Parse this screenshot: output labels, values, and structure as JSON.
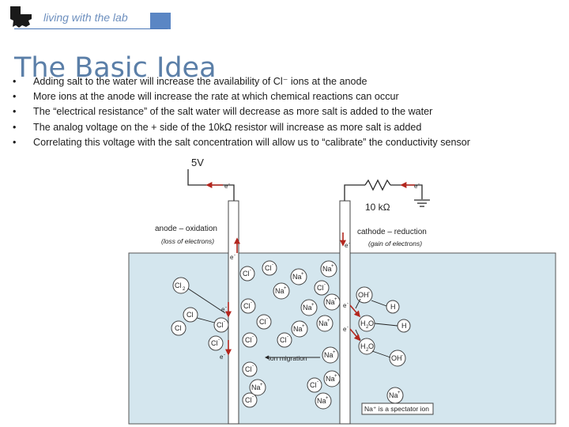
{
  "header": {
    "tagline": "living with the lab",
    "logo_icon": "state-outline-lab-logo-icon",
    "accent": "#5a86c4"
  },
  "title": "The Basic Idea",
  "bullets": [
    "Adding salt to the water will increase the availability of Cl⁻ ions at the anode",
    "More ions at the anode will increase the rate at which chemical reactions can occur",
    "The “electrical resistance” of the salt water will decrease as more salt is added to the water",
    "The analog voltage on the + side of the 10kΩ resistor will increase as more salt is added",
    "Correlating this voltage with the salt concentration will allow us to “calibrate” the conductivity sensor"
  ],
  "bullet_marker": "•",
  "diagram": {
    "voltage_label": "5V",
    "resistor_label": "10 kΩ",
    "anode_title": "anode – oxidation",
    "anode_sub": "(loss of electrons)",
    "cathode_title": "cathode – reduction",
    "cathode_sub": "(gain of electrons)",
    "electron": "e",
    "electron_charge": "-",
    "ion_migration": "ion migration",
    "spectator_ion": "Na",
    "spectator_note": "Na⁺ is a spectator ion",
    "ions": {
      "cl": "Cl",
      "na": "Na",
      "cl2": "Cl",
      "cl2_sub": "2",
      "oh": "OH",
      "h": "H",
      "h2o": "H",
      "h2o_tail": "O",
      "h2o_sub": "2"
    },
    "colors": {
      "water": "#d4e6ee",
      "arrow": "#b3261e",
      "wire": "#2a2a2a"
    }
  }
}
